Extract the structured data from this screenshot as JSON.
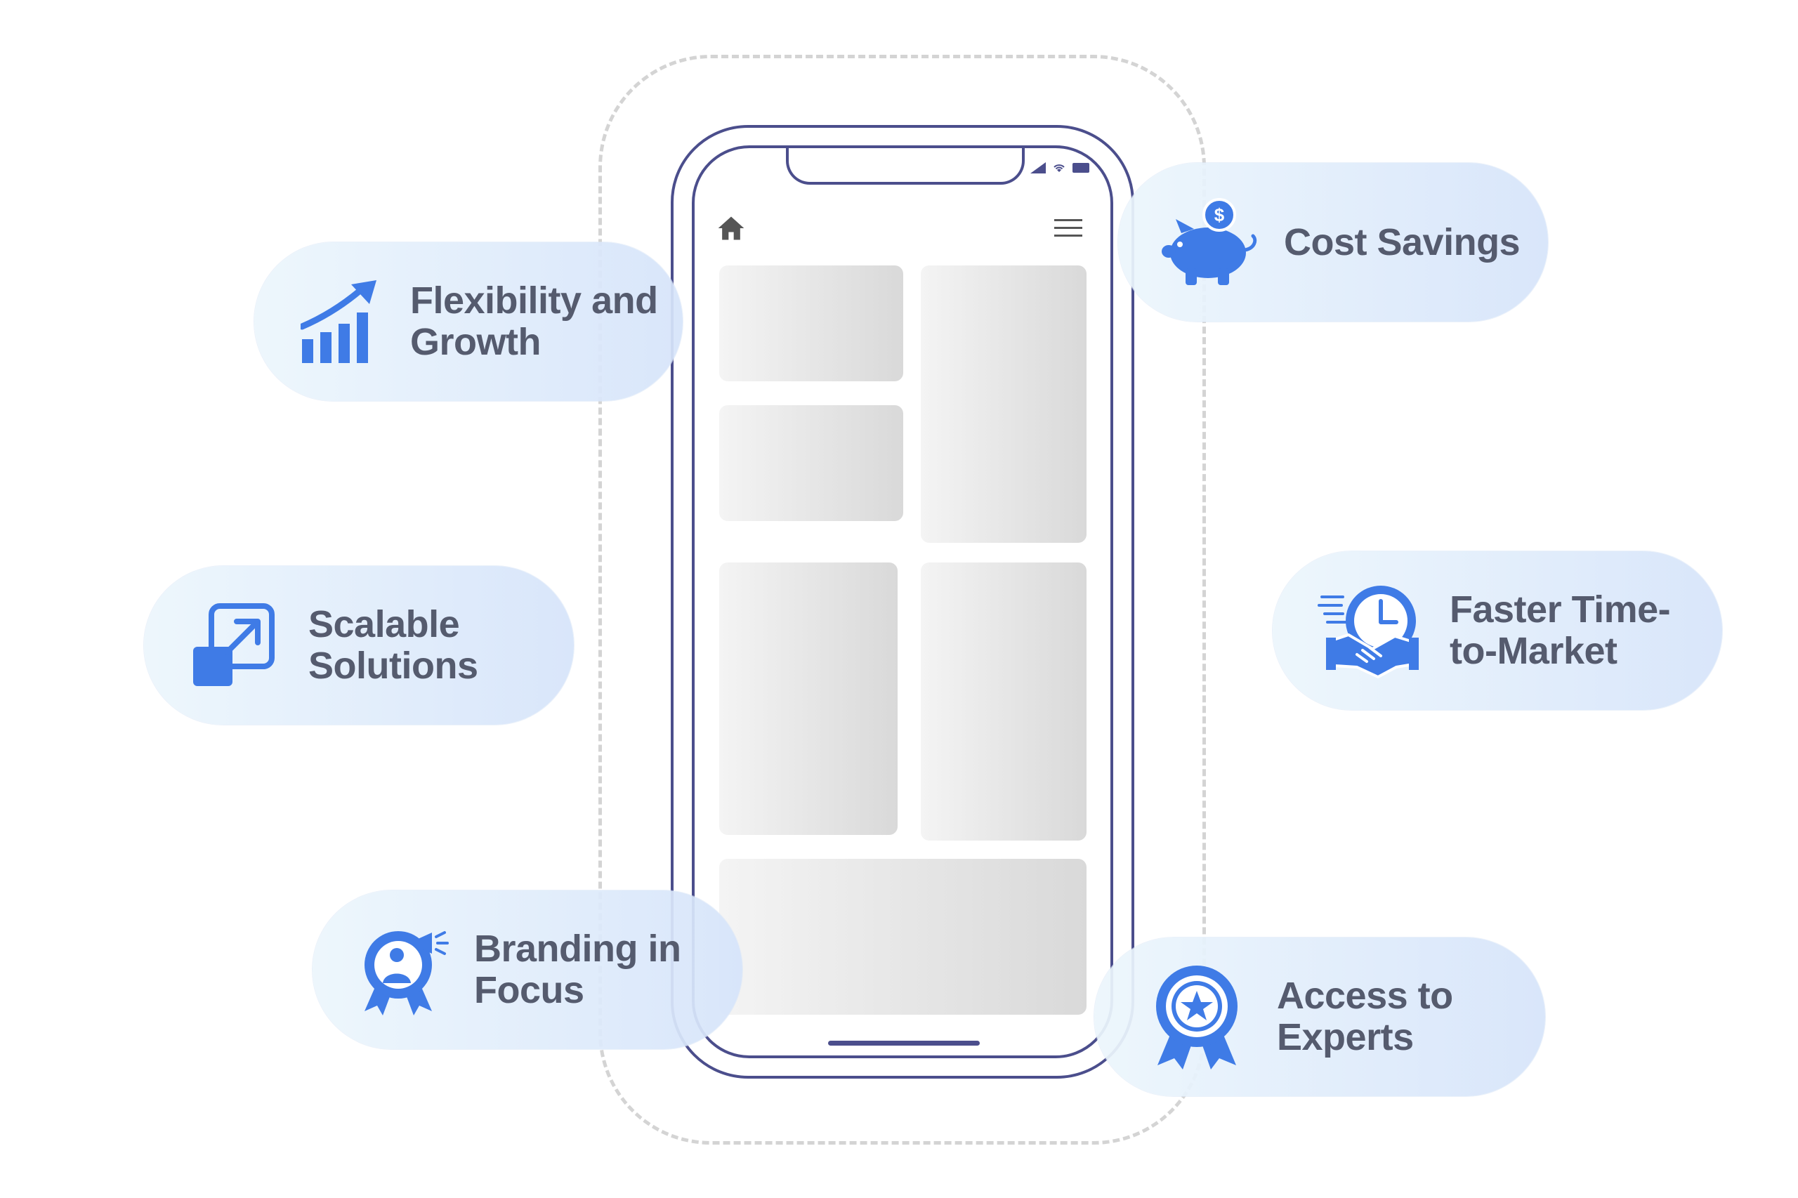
{
  "features": [
    {
      "id": "flexibility",
      "lines": [
        "Flexibility and",
        "Growth"
      ],
      "icon": "growth-chart-icon"
    },
    {
      "id": "scalable",
      "lines": [
        "Scalable",
        "Solutions"
      ],
      "icon": "scale-up-icon"
    },
    {
      "id": "branding",
      "lines": [
        "Branding in",
        "Focus"
      ],
      "icon": "branding-badge-icon"
    },
    {
      "id": "cost",
      "lines": [
        "Cost Savings"
      ],
      "icon": "piggy-bank-icon"
    },
    {
      "id": "faster",
      "lines": [
        "Faster Time-",
        "to-Market"
      ],
      "icon": "clock-handshake-icon"
    },
    {
      "id": "experts",
      "lines": [
        "Access to",
        "Experts"
      ],
      "icon": "award-ribbon-icon"
    }
  ],
  "phone": {
    "home_icon": "home-icon",
    "menu_icon": "hamburger-menu-icon"
  },
  "colors": {
    "accent": "#3f7be6",
    "text": "#555b6e",
    "phone_outline": "#4b4e8c",
    "frame": "#d4d4d4"
  }
}
